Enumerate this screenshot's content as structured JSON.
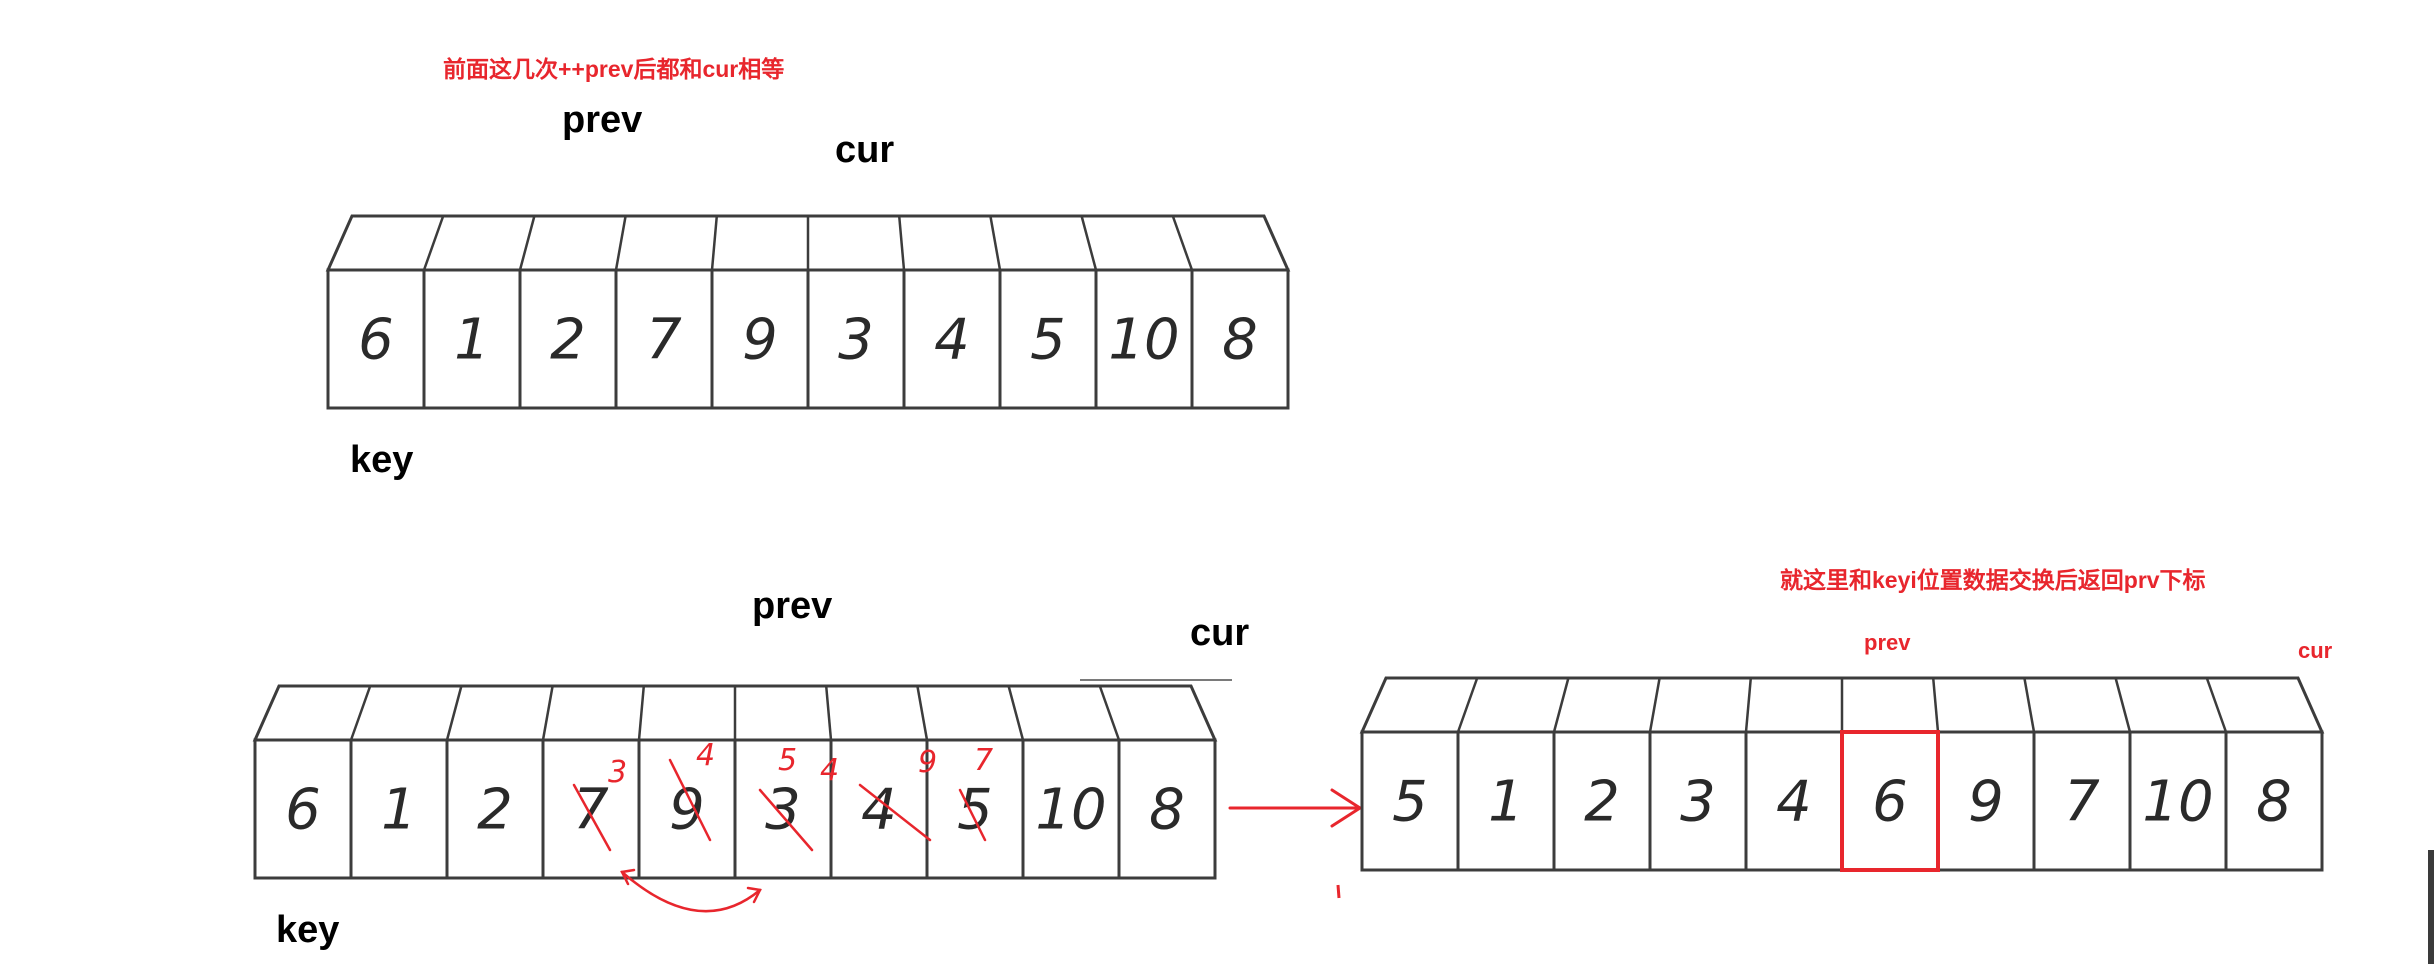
{
  "diagram1": {
    "annotation": "前面这几次++prev后都和cur相等",
    "prev_label": "prev",
    "cur_label": "cur",
    "key_label": "key",
    "cells": [
      "6",
      "1",
      "2",
      "7",
      "9",
      "3",
      "4",
      "5",
      "10",
      "8"
    ]
  },
  "diagram2": {
    "prev_label": "prev",
    "cur_label": "cur",
    "key_label": "key",
    "cells": [
      "6",
      "1",
      "2",
      "7",
      "9",
      "3",
      "4",
      "5",
      "10",
      "8"
    ],
    "scribbles": [
      "3",
      "4",
      "5",
      "4",
      "9",
      "7"
    ]
  },
  "diagram3": {
    "annotation": "就这里和keyi位置数据交换后返回prv下标",
    "prev_label": "prev",
    "cur_label": "cur",
    "cells": [
      "5",
      "1",
      "2",
      "3",
      "4",
      "6",
      "9",
      "7",
      "10",
      "8"
    ],
    "highlighted_index": 5
  },
  "colors": {
    "annotation": "#e8262d",
    "stroke": "#3c3c3c",
    "label": "#000000"
  }
}
